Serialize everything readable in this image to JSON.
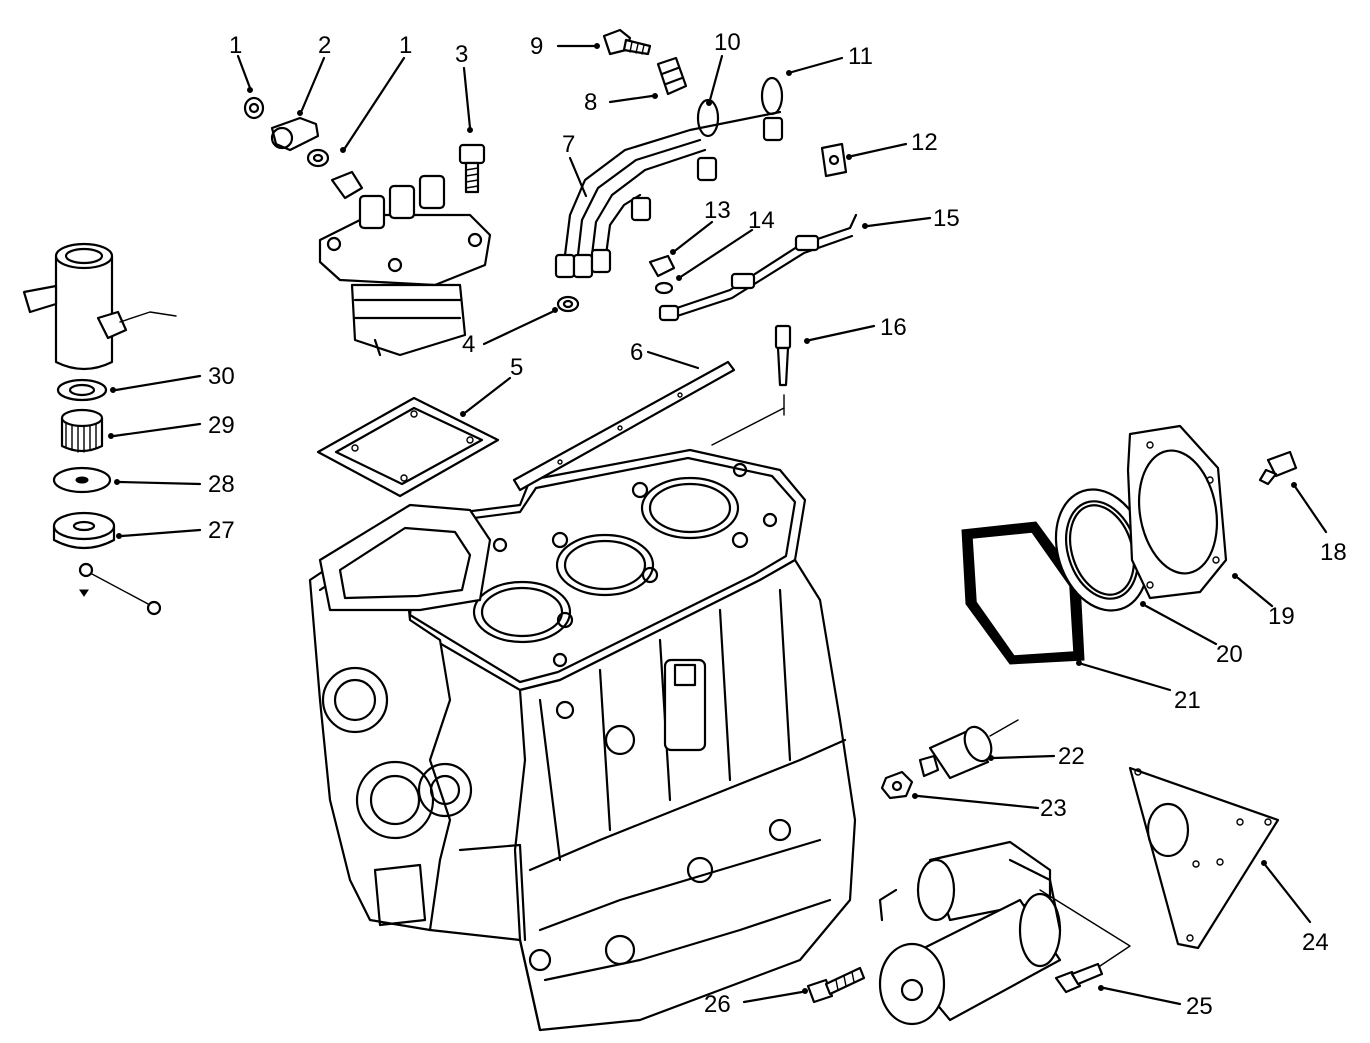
{
  "callouts": [
    {
      "id": "c1a",
      "label": "1"
    },
    {
      "id": "c2",
      "label": "2"
    },
    {
      "id": "c1b",
      "label": "1"
    },
    {
      "id": "c3",
      "label": "3"
    },
    {
      "id": "c9",
      "label": "9"
    },
    {
      "id": "c10",
      "label": "10"
    },
    {
      "id": "c11",
      "label": "11"
    },
    {
      "id": "c8",
      "label": "8"
    },
    {
      "id": "c7",
      "label": "7"
    },
    {
      "id": "c12",
      "label": "12"
    },
    {
      "id": "c13",
      "label": "13"
    },
    {
      "id": "c14",
      "label": "14"
    },
    {
      "id": "c15",
      "label": "15"
    },
    {
      "id": "c16",
      "label": "16"
    },
    {
      "id": "c4",
      "label": "4"
    },
    {
      "id": "c5",
      "label": "5"
    },
    {
      "id": "c6",
      "label": "6"
    },
    {
      "id": "c30",
      "label": "30"
    },
    {
      "id": "c29",
      "label": "29"
    },
    {
      "id": "c28",
      "label": "28"
    },
    {
      "id": "c27",
      "label": "27"
    },
    {
      "id": "c18",
      "label": "18"
    },
    {
      "id": "c19",
      "label": "19"
    },
    {
      "id": "c20",
      "label": "20"
    },
    {
      "id": "c21",
      "label": "21"
    },
    {
      "id": "c22",
      "label": "22"
    },
    {
      "id": "c23",
      "label": "23"
    },
    {
      "id": "c24",
      "label": "24"
    },
    {
      "id": "c25",
      "label": "25"
    },
    {
      "id": "c26",
      "label": "26"
    }
  ]
}
